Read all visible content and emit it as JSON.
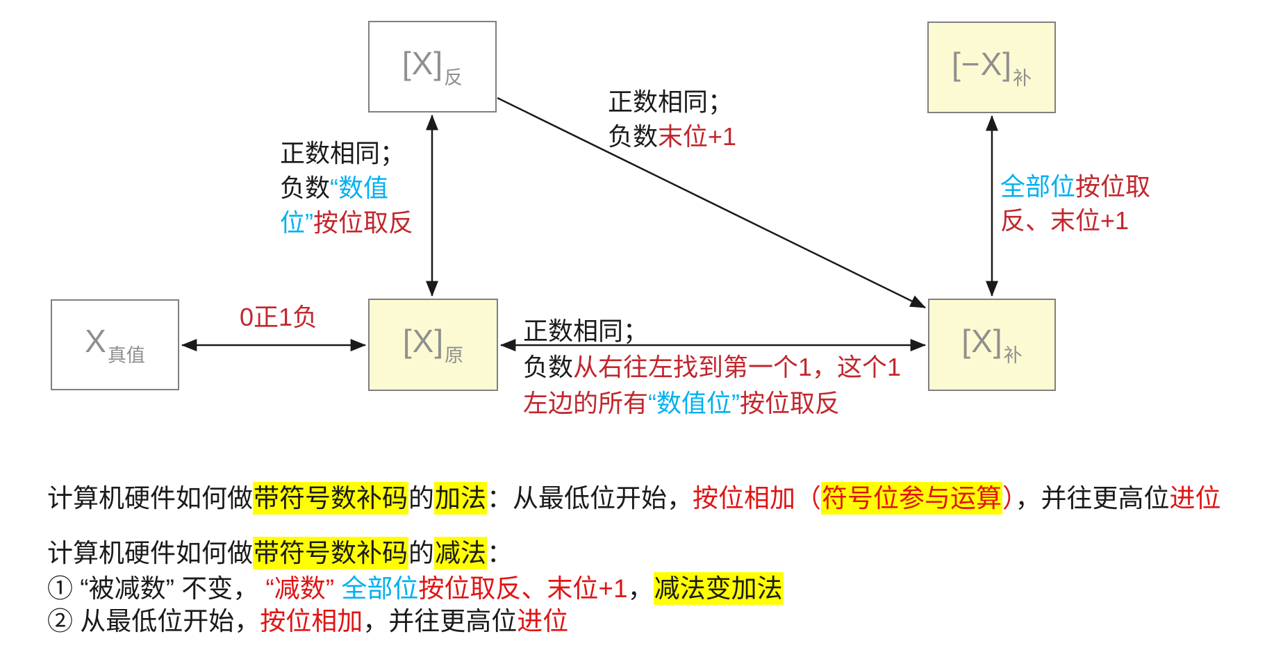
{
  "colors": {
    "box_yellow": "#fbfad2",
    "box_border": "#7f7f7f",
    "box_text": "#8f8f8f",
    "diagram_red": "#c0272d",
    "text_red": "#e01414",
    "cyan": "#00b0f0",
    "highlight": "#ffff00",
    "black": "#1a1a1a"
  },
  "diagram": {
    "boxes": [
      {
        "main": "[X]",
        "sub": "反"
      },
      {
        "main": "[−X]",
        "sub": "补"
      },
      {
        "main": "X",
        "sub": "真值"
      },
      {
        "main": "[X]",
        "sub": "原"
      },
      {
        "main": "[X]",
        "sub": "补"
      }
    ],
    "labels": [
      {
        "lines": [
          [
            {
              "t": "正数相同；",
              "c": "black"
            }
          ],
          [
            {
              "t": "负数",
              "c": "black"
            },
            {
              "t": "“数值",
              "c": "cyan"
            }
          ],
          [
            {
              "t": "位”",
              "c": "cyan"
            },
            {
              "t": "按位取反",
              "c": "dred"
            }
          ]
        ]
      },
      {
        "lines": [
          [
            {
              "t": "正数相同；",
              "c": "black"
            }
          ],
          [
            {
              "t": "负数",
              "c": "black"
            },
            {
              "t": "末位+1",
              "c": "dred"
            }
          ]
        ]
      },
      {
        "lines": [
          [
            {
              "t": "全部位",
              "c": "cyan"
            },
            {
              "t": "按位取",
              "c": "dred"
            }
          ],
          [
            {
              "t": "反、末位+1",
              "c": "dred"
            }
          ]
        ]
      },
      {
        "lines": [
          [
            {
              "t": "0正1负",
              "c": "dred"
            }
          ]
        ]
      },
      {
        "lines": [
          [
            {
              "t": "正数相同；",
              "c": "black"
            }
          ],
          [
            {
              "t": "负数",
              "c": "black"
            },
            {
              "t": "从右往左找到第一个1，这个1",
              "c": "dred"
            }
          ],
          [
            {
              "t": "左边的所有",
              "c": "dred"
            },
            {
              "t": "“数值位”",
              "c": "cyan"
            },
            {
              "t": "按位取反",
              "c": "dred"
            }
          ]
        ]
      }
    ]
  },
  "notes": [
    {
      "segments": [
        {
          "t": "计算机硬件如何做",
          "c": "black"
        },
        {
          "t": "带符号数补码",
          "c": "black",
          "hl": true
        },
        {
          "t": "的",
          "c": "black"
        },
        {
          "t": "加法",
          "c": "black",
          "hl": true
        },
        {
          "t": "：从最低位开始，",
          "c": "black"
        },
        {
          "t": "按位相加（",
          "c": "red"
        },
        {
          "t": "符号位参与运算",
          "c": "red",
          "hl": true
        },
        {
          "t": "）",
          "c": "red"
        },
        {
          "t": "，并往更高位",
          "c": "black"
        },
        {
          "t": "进位",
          "c": "red"
        }
      ]
    },
    {
      "segments": [
        {
          "t": "计算机硬件如何做",
          "c": "black"
        },
        {
          "t": "带符号数补码",
          "c": "black",
          "hl": true
        },
        {
          "t": "的",
          "c": "black"
        },
        {
          "t": "减法",
          "c": "black",
          "hl": true
        },
        {
          "t": "：",
          "c": "black"
        }
      ]
    },
    {
      "segments": [
        {
          "t": "① “被减数” 不变， ",
          "c": "black"
        },
        {
          "t": "“减数” ",
          "c": "red"
        },
        {
          "t": "全部位",
          "c": "cyan"
        },
        {
          "t": "按位取反、末位+1",
          "c": "red"
        },
        {
          "t": "，",
          "c": "black"
        },
        {
          "t": "减法变加法",
          "c": "black",
          "hl": true
        }
      ]
    },
    {
      "segments": [
        {
          "t": "② 从最低位开始，",
          "c": "black"
        },
        {
          "t": "按位相加",
          "c": "red"
        },
        {
          "t": "，并往更高位",
          "c": "black"
        },
        {
          "t": "进位",
          "c": "red"
        }
      ]
    }
  ]
}
